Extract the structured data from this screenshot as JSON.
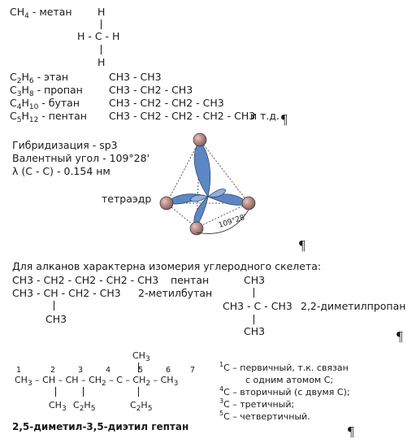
{
  "methane": {
    "label_main": "CH",
    "label_sub": "4",
    "label_rest": " - метан",
    "h_top": "H",
    "h_row": "H - C - H",
    "h_bottom": "H"
  },
  "alkanes": [
    {
      "c": "C",
      "n1": "2",
      "h": "H",
      "n2": "6",
      "name": " - этан",
      "formula": "CH3 - CH3"
    },
    {
      "c": "C",
      "n1": "3",
      "h": "H",
      "n2": "8",
      "name": " - пропан",
      "formula": "CH3 - CH2 - CH3"
    },
    {
      "c": "C",
      "n1": "4",
      "h": "H",
      "n2": "10",
      "name": " - бутан",
      "formula": "CH3 - CH2 - CH2 - CH3"
    },
    {
      "c": "C",
      "n1": "5",
      "h": "H",
      "n2": "12",
      "name": " - пентан",
      "formula": "CH3 - CH2 - CH2 - CH2 - CH3"
    }
  ],
  "etc": "и т.д.",
  "pilcrow": "¶",
  "hybrid": {
    "line1": "Гибридизация - sp3",
    "line2": "Валентный угол - 109°28'",
    "line3": "λ (C - C) - 0.154 нм"
  },
  "tetra_label": "тетраэдр",
  "angle_label": "109°28'",
  "isomer": {
    "heading": "Для алканов характерна изомерия углеродного скелета:",
    "pentane_formula": "CH3 - CH2 - CH2 - CH2 - CH3",
    "pentane_name": "пентан",
    "mb_formula": "CH3 - CH - CH2 - CH3",
    "mb_name": "2-метилбутан",
    "mb_branch": "CH3",
    "dmp_top": "CH3",
    "dmp_row": "CH3 - C - CH3",
    "dmp_bottom": "CH3",
    "dmp_name": "2,2-диметилпропан"
  },
  "heptane": {
    "numbers": [
      "1",
      "2",
      "3",
      "4",
      "5",
      "6",
      "7"
    ],
    "top_branch": "CH3",
    "branch1": "CH3",
    "branch2": "C2H5",
    "branch3": "C2H5",
    "name": "2,5-диметил-3,5-диэтил гептан"
  },
  "classes": [
    {
      "n": "1",
      "c": "C",
      "text": " – первичный, т.к. связан",
      "cont": "с одним атомом С;"
    },
    {
      "n": "4",
      "c": "С",
      "text": " – вторичный (с двумя С);",
      "cont": ""
    },
    {
      "n": "3",
      "c": "С",
      "text": " – третичный;",
      "cont": ""
    },
    {
      "n": "5",
      "c": "С",
      "text": " – четвертичный.",
      "cont": ""
    }
  ]
}
